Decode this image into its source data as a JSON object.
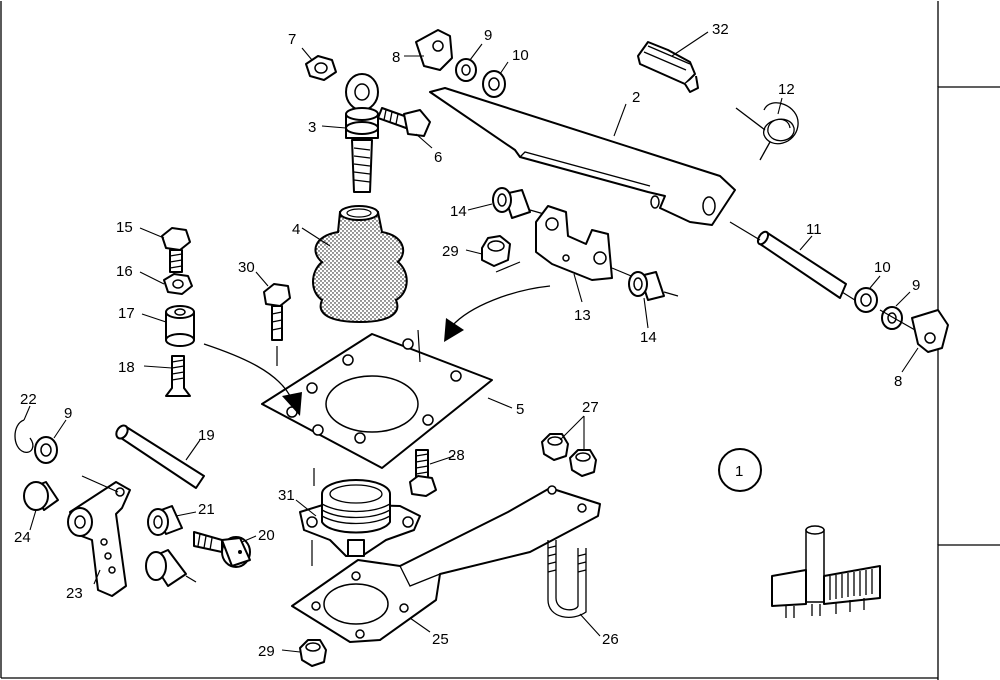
{
  "callouts": {
    "c1": "1",
    "c2": "2",
    "c3": "3",
    "c4": "4",
    "c5": "5",
    "c6": "6",
    "c7": "7",
    "c8a": "8",
    "c8b": "8",
    "c9a": "9",
    "c9b": "9",
    "c9c": "9",
    "c10a": "10",
    "c10b": "10",
    "c11": "11",
    "c12": "12",
    "c13": "13",
    "c14a": "14",
    "c14b": "14",
    "c15": "15",
    "c16": "16",
    "c17": "17",
    "c18": "18",
    "c19": "19",
    "c20": "20",
    "c21": "21",
    "c22": "22",
    "c23": "23",
    "c24": "24",
    "c25": "25",
    "c26": "26",
    "c27": "27",
    "c28": "28",
    "c29a": "29",
    "c29b": "29",
    "c30": "30",
    "c31": "31",
    "c32": "32"
  },
  "icons": [
    "tractor-shift-lever-icon"
  ],
  "colors": {
    "line": "#000000",
    "background": "#ffffff",
    "boot_texture": "#000000"
  }
}
